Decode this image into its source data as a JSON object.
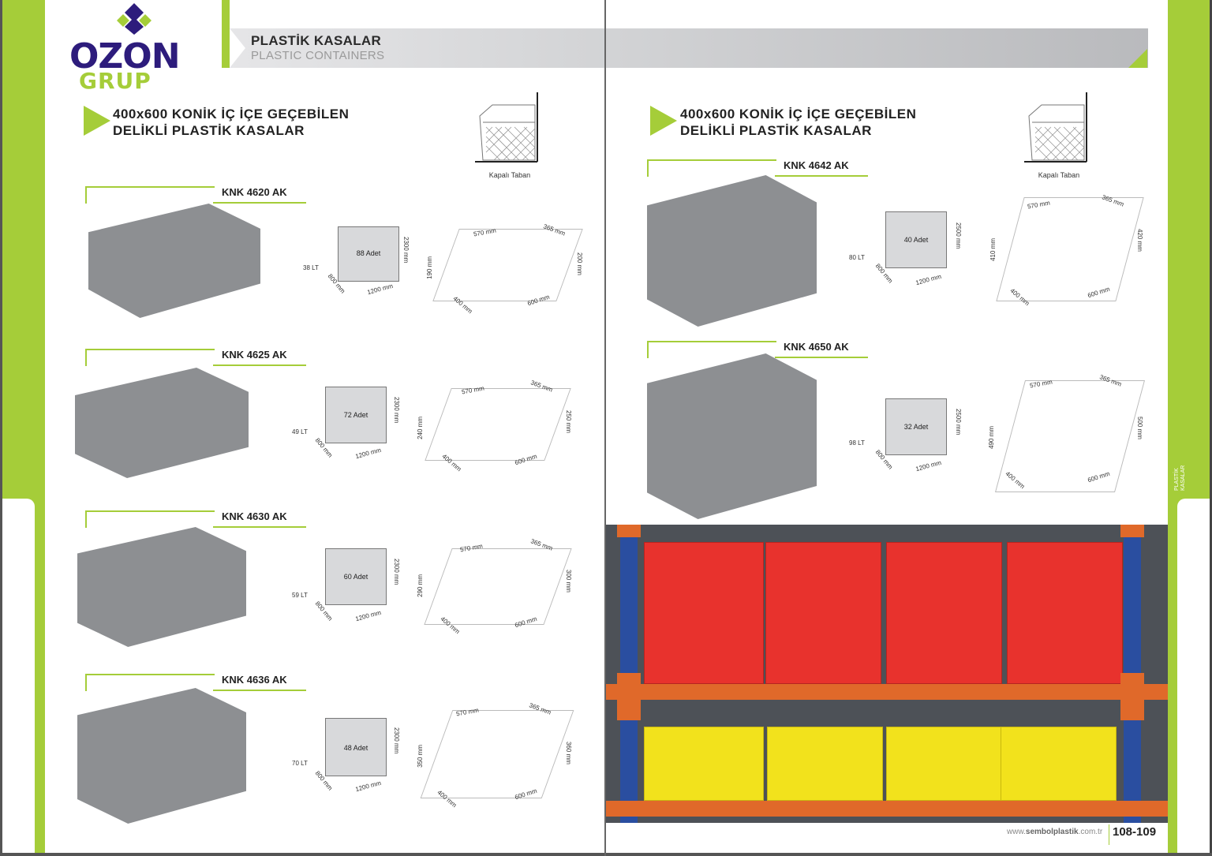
{
  "brand": {
    "name_line1": "OZON",
    "name_line2": "GRUP",
    "colors": {
      "primary": "#2d1c7c",
      "accent": "#a5cd39"
    }
  },
  "header": {
    "title": "PLASTİK KASALAR",
    "subtitle": "PLASTIC CONTAINERS"
  },
  "left_page": {
    "section_title_line1": "400x600 KONİK İÇ İÇE GEÇEBİLEN",
    "section_title_line2": "DELİKLİ PLASTİK KASALAR",
    "base_type_label": "Kapalı Taban",
    "products": [
      {
        "model": "KNK 4620 AK",
        "volume": "38 LT",
        "pallet_qty": "88 Adet",
        "pallet_height": "2300 mm",
        "pallet_width": "1200 mm",
        "pallet_depth": "800 mm",
        "top_length": "570 mm",
        "top_width": "365 mm",
        "inner_height": "190 mm",
        "outer_height": "200 mm",
        "base_width": "400 mm",
        "base_length": "600 mm"
      },
      {
        "model": "KNK 4625 AK",
        "volume": "49 LT",
        "pallet_qty": "72 Adet",
        "pallet_height": "2300 mm",
        "pallet_width": "1200 mm",
        "pallet_depth": "800 mm",
        "top_length": "570 mm",
        "top_width": "365 mm",
        "inner_height": "240 mm",
        "outer_height": "250 mm",
        "base_width": "400 mm",
        "base_length": "600 mm"
      },
      {
        "model": "KNK 4630 AK",
        "volume": "59 LT",
        "pallet_qty": "60 Adet",
        "pallet_height": "2300 mm",
        "pallet_width": "1200 mm",
        "pallet_depth": "800 mm",
        "top_length": "570 mm",
        "top_width": "365 mm",
        "inner_height": "290 mm",
        "outer_height": "300 mm",
        "base_width": "400 mm",
        "base_length": "600 mm"
      },
      {
        "model": "KNK 4636 AK",
        "volume": "70 LT",
        "pallet_qty": "48 Adet",
        "pallet_height": "2300 mm",
        "pallet_width": "1200 mm",
        "pallet_depth": "800 mm",
        "top_length": "570 mm",
        "top_width": "365 mm",
        "inner_height": "350 mm",
        "outer_height": "360 mm",
        "base_width": "400 mm",
        "base_length": "600 mm"
      }
    ]
  },
  "right_page": {
    "section_title_line1": "400x600 KONİK İÇ İÇE GEÇEBİLEN",
    "section_title_line2": "DELİKLİ PLASTİK KASALAR",
    "base_type_label": "Kapalı Taban",
    "products": [
      {
        "model": "KNK 4642 AK",
        "volume": "80 LT",
        "pallet_qty": "40 Adet",
        "pallet_height": "2500 mm",
        "pallet_width": "1200 mm",
        "pallet_depth": "800 mm",
        "top_length": "570 mm",
        "top_width": "365 mm",
        "inner_height": "410 mm",
        "outer_height": "420 mm",
        "base_width": "400 mm",
        "base_length": "600 mm"
      },
      {
        "model": "KNK 4650 AK",
        "volume": "98 LT",
        "pallet_qty": "32 Adet",
        "pallet_height": "2500 mm",
        "pallet_width": "1200 mm",
        "pallet_depth": "800 mm",
        "top_length": "570 mm",
        "top_width": "365 mm",
        "inner_height": "490 mm",
        "outer_height": "500 mm",
        "base_width": "400 mm",
        "base_length": "600 mm"
      }
    ],
    "side_tab": "PLASTİK KASALAR"
  },
  "photo": {
    "description": "Red and yellow perforated crates stacked on orange and blue metal shelving",
    "colors": {
      "red": "#e8322d",
      "yellow": "#f2e21c",
      "shelf_orange": "#e0692a",
      "upright_blue": "#2a4ea0"
    }
  },
  "footer": {
    "url_prefix": "www.",
    "url_brand": "sembolplastik",
    "url_suffix": ".com.tr",
    "page_numbers": "108-109"
  }
}
